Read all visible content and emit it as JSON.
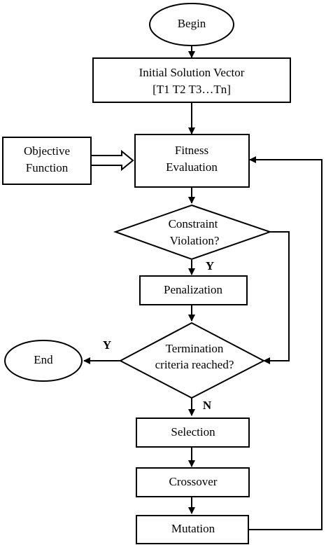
{
  "diagram": {
    "nodes": {
      "begin": {
        "label": "Begin"
      },
      "initial": {
        "lines": [
          "Initial Solution Vector",
          "[T1   T2   T3…Tn]"
        ]
      },
      "objective": {
        "lines": [
          "Objective",
          "Function"
        ]
      },
      "fitness": {
        "lines": [
          "Fitness",
          "Evaluation"
        ]
      },
      "constraint": {
        "lines": [
          "Constraint",
          "Violation?"
        ]
      },
      "penalization": {
        "label": "Penalization"
      },
      "termination": {
        "lines": [
          "Termination",
          "criteria reached?"
        ]
      },
      "end": {
        "label": "End"
      },
      "selection": {
        "label": "Selection"
      },
      "crossover": {
        "label": "Crossover"
      },
      "mutation": {
        "label": "Mutation"
      }
    },
    "edge_labels": {
      "constraint_yes": "Y",
      "termination_yes": "Y",
      "termination_no": "N"
    }
  }
}
